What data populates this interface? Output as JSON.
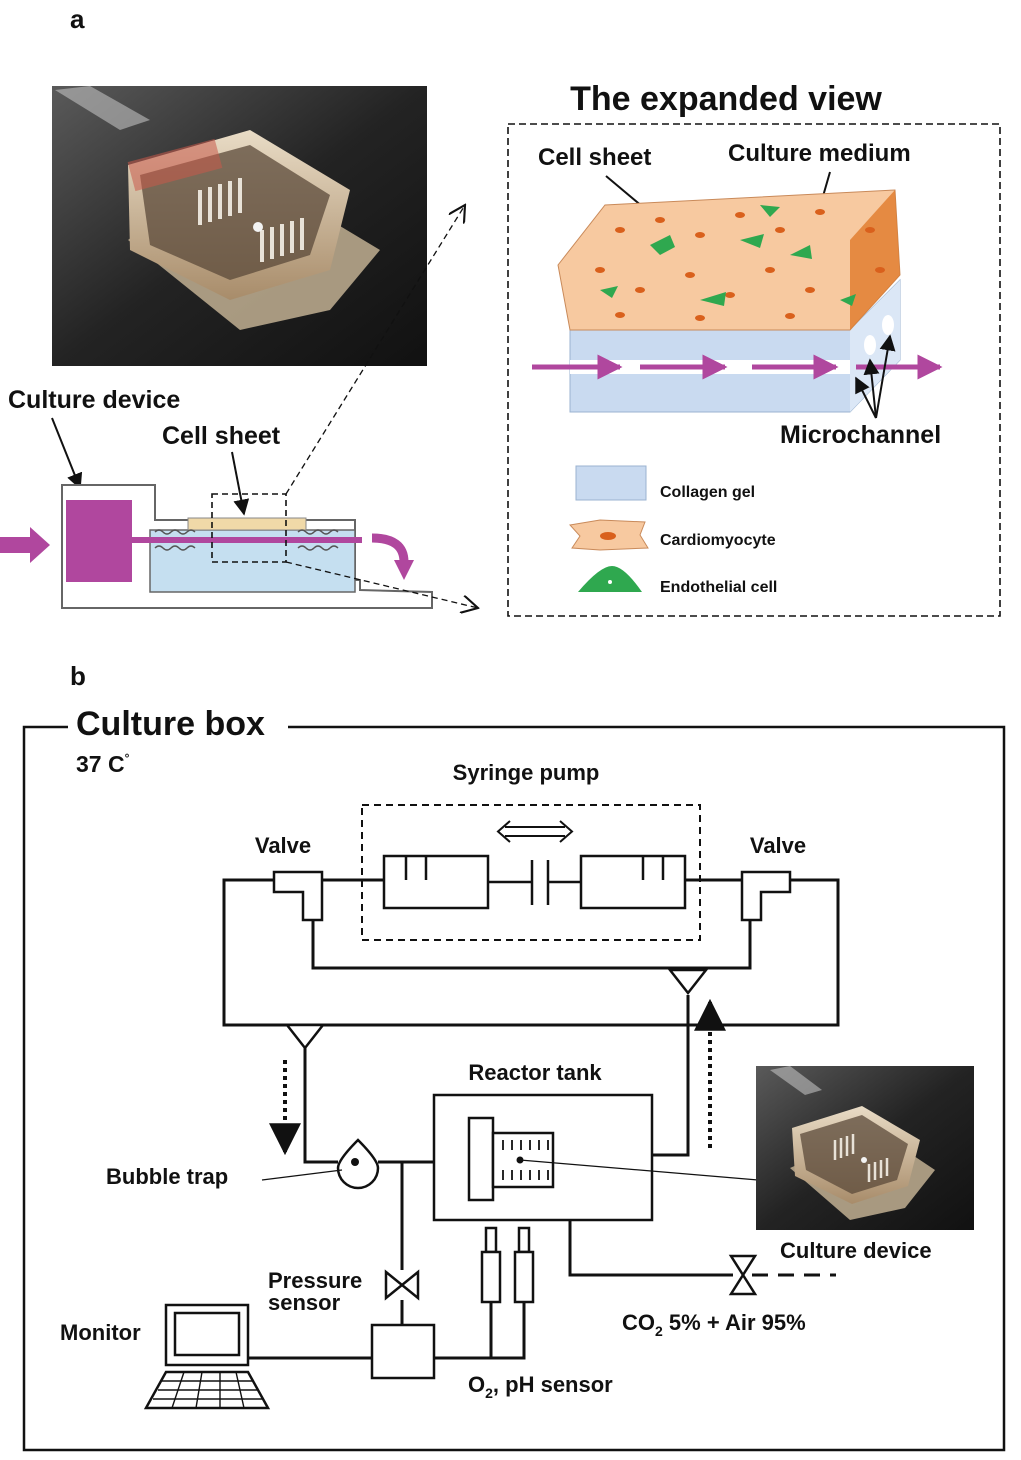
{
  "panel_a": {
    "letter": "a",
    "expanded_title": "The expanded view",
    "device_label": "Culture device",
    "cell_sheet_label": "Cell sheet",
    "ev_cell_sheet_label": "Cell sheet",
    "ev_culture_medium_label": "Culture medium",
    "ev_microchannel_label": "Microchannel",
    "legend": [
      {
        "label": "Collagen gel",
        "icon": "collagen-gel-icon"
      },
      {
        "label": "Cardiomyocyte",
        "icon": "cardiomyocyte-icon"
      },
      {
        "label": "Endothelial cell",
        "icon": "endothelial-cell-icon"
      }
    ]
  },
  "panel_b": {
    "letter": "b",
    "box_title": "Culture box",
    "temperature": "37 C",
    "temperature_unit_mark": "°",
    "syringe_pump": "Syringe pump",
    "valve_left": "Valve",
    "valve_right": "Valve",
    "reactor_tank": "Reactor tank",
    "bubble_trap": "Bubble trap",
    "pressure_sensor_line1": "Pressure",
    "pressure_sensor_line2": "sensor",
    "monitor": "Monitor",
    "culture_device": "Culture device",
    "gas_co2_prefix": "CO",
    "gas_co2_sub": "2",
    "gas_rest": " 5% + Air 95%",
    "o2_prefix": "O",
    "o2_sub": "2",
    "o2_rest": ", pH sensor"
  },
  "colors": {
    "magenta": "#b0479e",
    "collagen": "#c9daf0",
    "cardiomyocyte": "#f7c9a0",
    "nucleus": "#d9601c",
    "endothelial": "#2fa84f",
    "photo_bg": "#2a2a2a"
  }
}
